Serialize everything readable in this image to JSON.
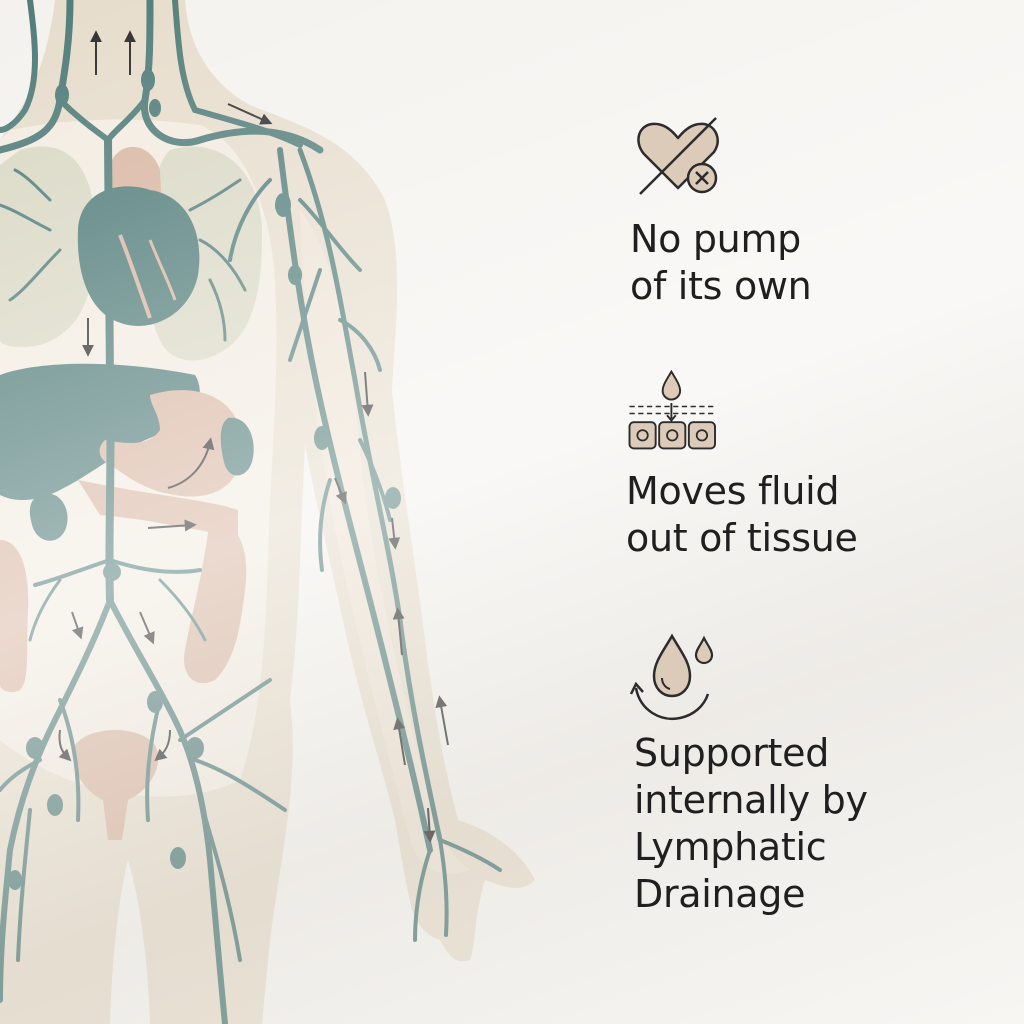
{
  "colors": {
    "background": "#f4f2ee",
    "body_fill": "#e6dccb",
    "inner_fill": "#f3ede4",
    "lymph_vessel": "#4f7b78",
    "organ_teal": "#4f7b78",
    "organ_tan": "#d8b5a0",
    "lung_fill": "#d9d8c4",
    "arrow": "#2a2a2a",
    "icon_fill": "#dccbb8",
    "icon_stroke": "#2c2c2c",
    "text": "#1f1f1f"
  },
  "benefits": [
    {
      "icon": "heart-with-x-icon",
      "text": "No pump\nof its own"
    },
    {
      "icon": "fluid-drop-through-tissue-icon",
      "text": "Moves fluid\nout of tissue"
    },
    {
      "icon": "drops-circulation-icon",
      "text": "Supported\ninternally by\nLymphatic\nDrainage"
    }
  ]
}
